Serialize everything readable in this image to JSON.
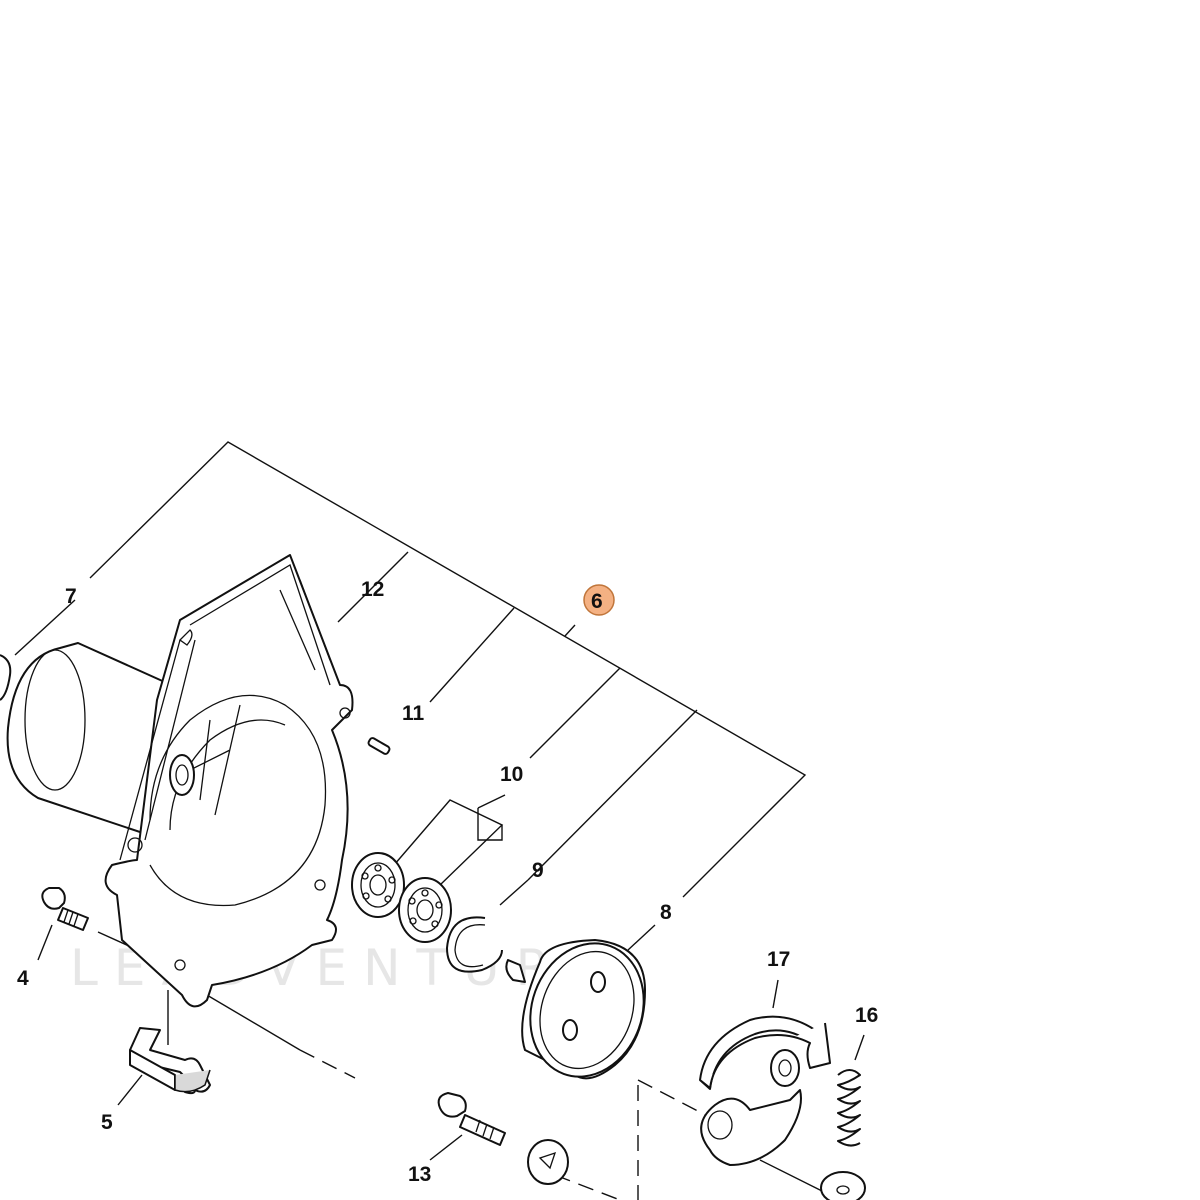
{
  "watermark": "LEADVENTURE",
  "highlight_color": "#f4b183",
  "highlight_stroke": "#c0753a",
  "callouts": [
    {
      "id": "c7",
      "text": "7"
    },
    {
      "id": "c12",
      "text": "12"
    },
    {
      "id": "c6",
      "text": "6"
    },
    {
      "id": "c11",
      "text": "11"
    },
    {
      "id": "c10",
      "text": "10"
    },
    {
      "id": "c9",
      "text": "9"
    },
    {
      "id": "c8",
      "text": "8"
    },
    {
      "id": "c17",
      "text": "17"
    },
    {
      "id": "c16",
      "text": "16"
    },
    {
      "id": "c4",
      "text": "4"
    },
    {
      "id": "c5",
      "text": "5"
    },
    {
      "id": "c13",
      "text": "13"
    }
  ]
}
